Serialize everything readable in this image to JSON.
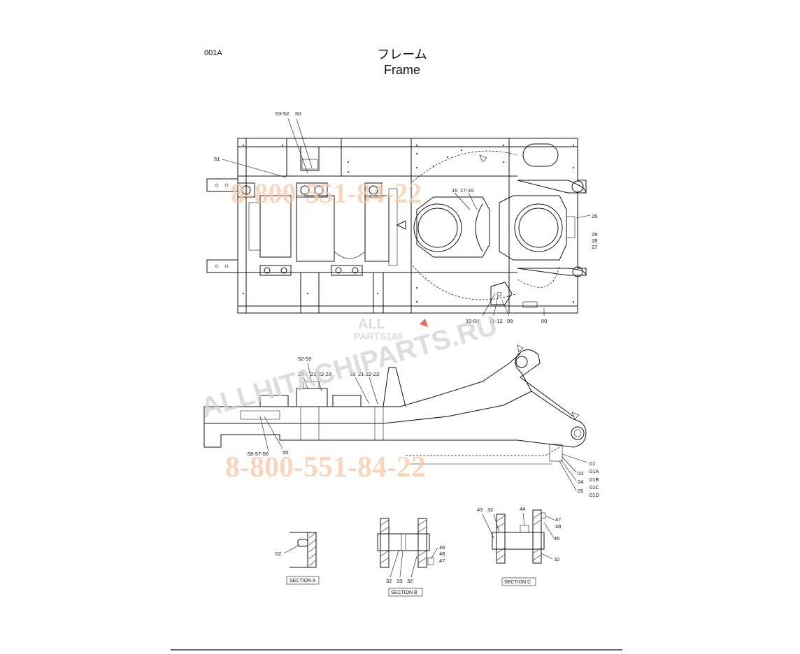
{
  "header": {
    "page_code": "001A",
    "title_jp": "フレーム",
    "title_en": "Frame"
  },
  "top_view_labels": [
    "53-52",
    "50",
    "51",
    "15",
    "17-16",
    "26",
    "29",
    "28",
    "27",
    "10-08",
    "11-12",
    "09",
    "00"
  ],
  "side_view_labels": [
    "52-53",
    "20",
    "21-22-23",
    "19",
    "21-22-23",
    "58-57-56",
    "55",
    "01",
    "01A",
    "03",
    "01B",
    "04",
    "01C",
    "05",
    "01D"
  ],
  "section_a": {
    "title": "SECTION A",
    "labels": [
      "02"
    ]
  },
  "section_b": {
    "title": "SECTION B",
    "labels": [
      "32",
      "33",
      "32",
      "46",
      "48",
      "47"
    ]
  },
  "section_c": {
    "title": "SECTION C",
    "labels": [
      "43",
      "32",
      "44",
      "47",
      "48",
      "46",
      "32"
    ]
  },
  "watermarks": {
    "phone": "8-800-551-84-22",
    "site": "ALLHITACHIPARTS.RU",
    "logo_line1": "ALL",
    "logo_line2": "PARTS188"
  }
}
